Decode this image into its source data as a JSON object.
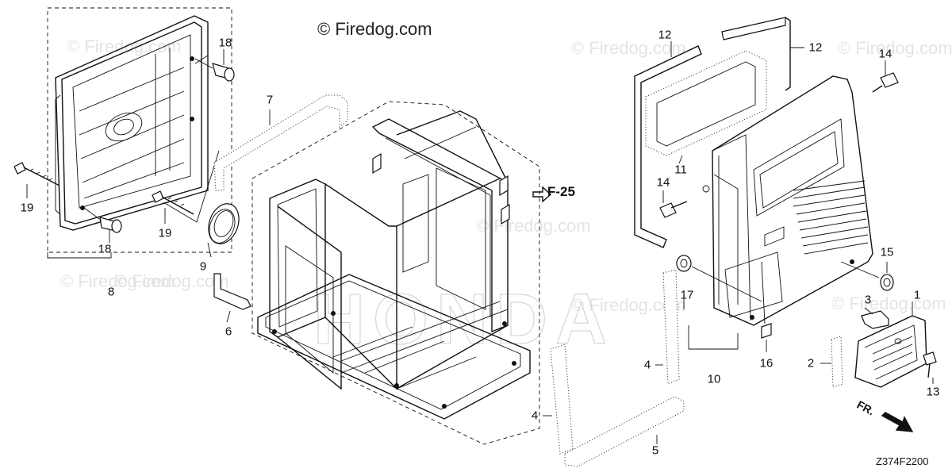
{
  "watermarks": [
    "© Firedog.com",
    "© Firedog.com",
    "© Firedog.com",
    "© Firedog.com",
    "© Firedog.com",
    "© Firedog.com",
    "© Firedog.com",
    "© Firedog.com"
  ],
  "main_watermark": "© Firedog.com",
  "diagram_code": "Z374F2200",
  "reference": "F-25",
  "direction_label": "FR.",
  "callouts": [
    "18",
    "19",
    "18",
    "8",
    "19",
    "9",
    "7",
    "6",
    "12",
    "12",
    "11",
    "14",
    "14",
    "15",
    "17",
    "3",
    "1",
    "16",
    "10",
    "2",
    "13",
    "4",
    "4",
    "5"
  ]
}
